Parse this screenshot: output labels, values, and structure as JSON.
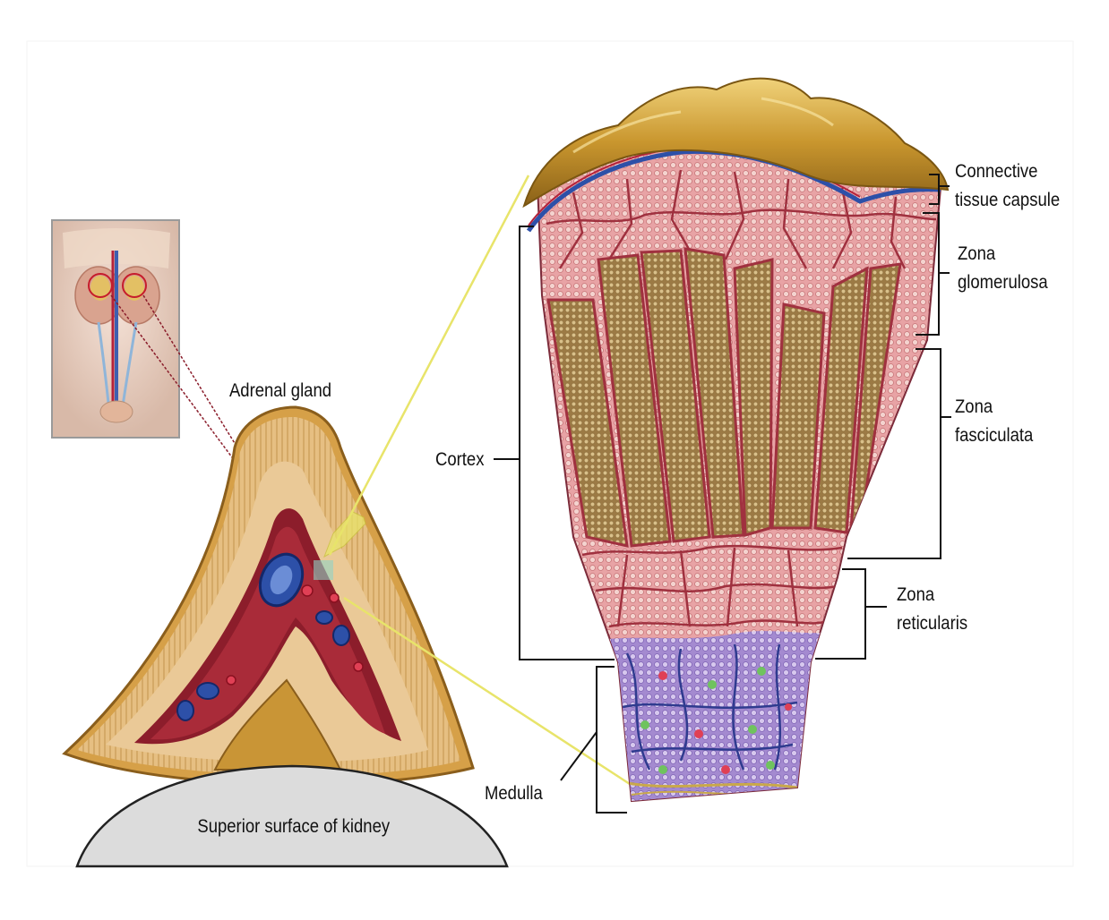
{
  "labels": {
    "adrenal_gland": "Adrenal gland",
    "superior_surface_of_kidney": "Superior surface of kidney",
    "cortex": "Cortex",
    "medulla": "Medulla",
    "connective_tissue_capsule": [
      "Connective",
      "tissue capsule"
    ],
    "zona_glomerulosa": [
      "Zona",
      "glomerulosa"
    ],
    "zona_fasciculata": [
      "Zona",
      "fasciculata"
    ],
    "zona_reticularis": [
      "Zona",
      "reticularis"
    ]
  },
  "colors": {
    "capsule_gold": "#c9962e",
    "cortex_pink": "#d9707e",
    "fasciculata_tan": "#b9955a",
    "medulla_purple": "#8f76c4",
    "vessel_red": "#b4213a",
    "vessel_blue": "#2d50a8",
    "callout_yellow": "#e8e46a",
    "kidney_gray": "#dcdcdc"
  }
}
